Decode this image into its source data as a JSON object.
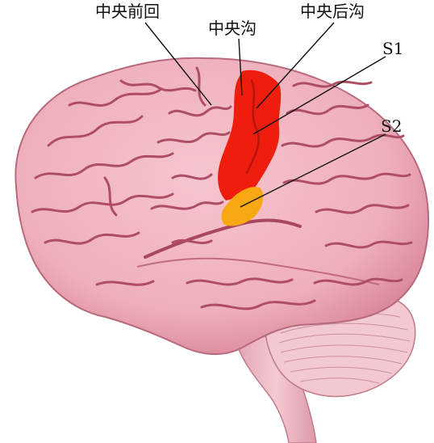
{
  "figure": {
    "colors": {
      "brain": "#eeafbb",
      "brain_shade": "#d98597",
      "sulcus": "#b04d66",
      "s1_region": "#ee1d0d",
      "s2_region": "#f7a812",
      "cerebellum": "#f3c9d1",
      "brainstem": "#f0c0ca",
      "leader_line": "#111111"
    },
    "labels": {
      "precentral_gyrus": "中央前回",
      "central_sulcus": "中央沟",
      "postcentral_sulcus": "中央后沟",
      "s1": "S1",
      "s2": "S2"
    }
  }
}
